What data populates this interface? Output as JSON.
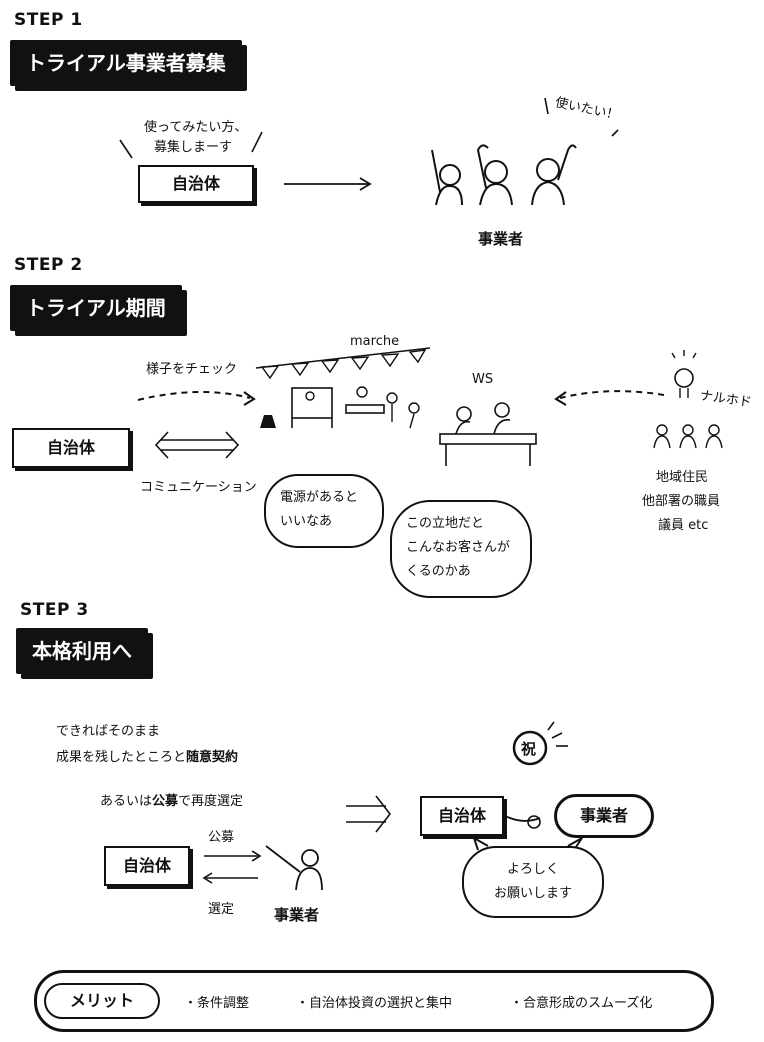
{
  "step1": {
    "label": "STEP 1",
    "title": "トライアル事業者募集",
    "speech_line1": "使ってみたい方、",
    "speech_line2": "募集しまーす",
    "municipality": "自治体",
    "exclaim": "使いたい！",
    "business": "事業者"
  },
  "step2": {
    "label": "STEP 2",
    "title": "トライアル期間",
    "watch": "様子をチェック",
    "marche": "marche",
    "ws": "WS",
    "naruhodo": "ナルホド",
    "municipality": "自治体",
    "communication": "コミュニケーション",
    "bubble1_line1": "電源があると",
    "bubble1_line2": "いいなあ",
    "bubble2_line1": "この立地だと",
    "bubble2_line2": "こんなお客さんが",
    "bubble2_line3": "くるのかあ",
    "residents": "地域住民",
    "staff": "他部署の職員",
    "council": "議員 etc"
  },
  "step3": {
    "label": "STEP 3",
    "title": "本格利用へ",
    "line1": "できればそのまま",
    "line2_prefix": "成果を残したところと",
    "line2_bold": "随意契約",
    "line3_prefix": "あるいは",
    "line3_bold": "公募",
    "line3_suffix": "で再度選定",
    "koubo": "公募",
    "sentei": "選定",
    "municipality": "自治体",
    "business": "事業者",
    "iwai": "祝",
    "right_municipality": "自治体",
    "right_business": "事業者",
    "greeting_line1": "よろしく",
    "greeting_line2": "お願いします"
  },
  "merit": {
    "label": "メリット",
    "items": [
      "・条件調整",
      "・自治体投資の選択と集中",
      "・合意形成のスムーズ化"
    ]
  }
}
